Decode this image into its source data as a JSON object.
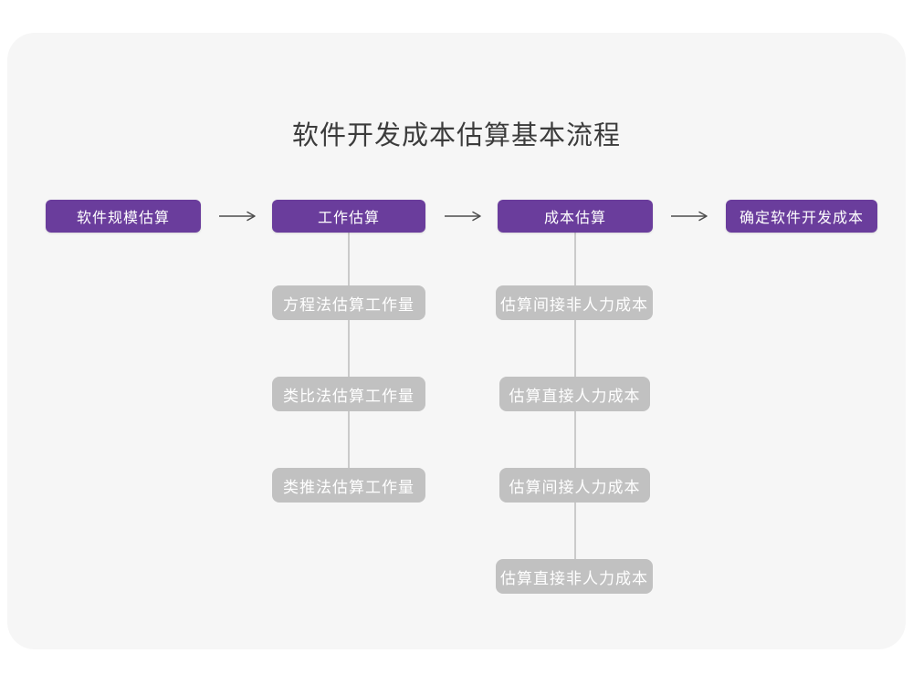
{
  "title": "软件开发成本估算基本流程",
  "colors": {
    "page_bg": "#ffffff",
    "card_bg": "#f6f6f6",
    "primary_node": "#6a3d9c",
    "secondary_node": "#c1c1c1",
    "connector_line": "#cbcbcb",
    "arrow": "#4d4d4d",
    "title_text": "#3c3c3c",
    "node_text": "#ffffff"
  },
  "flow": {
    "steps": [
      {
        "label": "软件规模估算",
        "children": []
      },
      {
        "label": "工作估算",
        "children": [
          "方程法估算工作量",
          "类比法估算工作量",
          "类推法估算工作量"
        ]
      },
      {
        "label": "成本估算",
        "children": [
          "估算间接非人力成本",
          "估算直接人力成本",
          "估算间接人力成本",
          "估算直接非人力成本"
        ]
      },
      {
        "label": "确定软件开发成本",
        "children": []
      }
    ]
  }
}
